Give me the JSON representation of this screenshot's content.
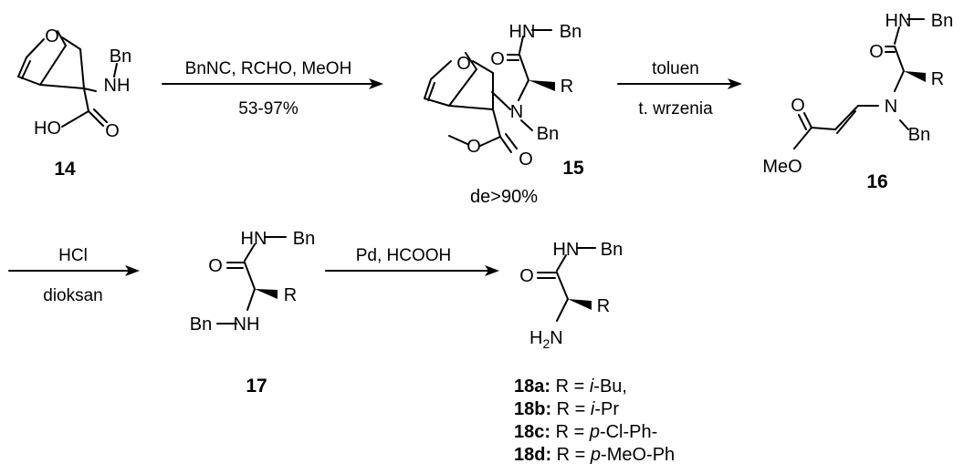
{
  "compounds": {
    "c14": {
      "number": "14",
      "atoms": {
        "o": "O",
        "bn": "Bn",
        "nh": "NH",
        "ho": "HO",
        "o2": "O"
      }
    },
    "c15": {
      "number": "15",
      "atoms": {
        "hn": "HN",
        "bn1": "Bn",
        "o1": "O",
        "o2": "O",
        "r": "R",
        "n": "N",
        "bn2": "Bn",
        "o3": "O",
        "o4": "O"
      }
    },
    "c16": {
      "number": "16",
      "atoms": {
        "hn": "HN",
        "bn1": "Bn",
        "o1": "O",
        "r": "R",
        "o2": "O",
        "n": "N",
        "meo": "MeO",
        "bn2": "Bn"
      }
    },
    "c17": {
      "number": "17",
      "atoms": {
        "hn": "HN",
        "bn1": "Bn",
        "o": "O",
        "r": "R",
        "bn2": "Bn",
        "nh": "NH"
      }
    },
    "c18": {
      "atoms": {
        "hn": "HN",
        "bn": "Bn",
        "o": "O",
        "r": "R",
        "h2n": "H",
        "h2n_sub": "2",
        "h2n_n": "N"
      }
    }
  },
  "steps": [
    {
      "above": "BnNC, RCHO, MeOH",
      "below": "53-97%"
    },
    {
      "above": "toluen",
      "below": "t. wrzenia"
    },
    {
      "above": "HCl",
      "below": "dioksan"
    },
    {
      "above": "Pd, HCOOH",
      "below": ""
    }
  ],
  "selectivity": "de>90%",
  "legend": [
    {
      "id": "18a:",
      "text": " R = ",
      "italic": "i",
      "rest": "-Bu,"
    },
    {
      "id": "18b:",
      "text": " R = ",
      "italic": "i",
      "rest": "-Pr"
    },
    {
      "id": "18c:",
      "text": " R = ",
      "italic": "p",
      "rest": "-Cl-Ph-"
    },
    {
      "id": "18d:",
      "text": " R = ",
      "italic": "p",
      "rest": "-MeO-Ph"
    }
  ]
}
